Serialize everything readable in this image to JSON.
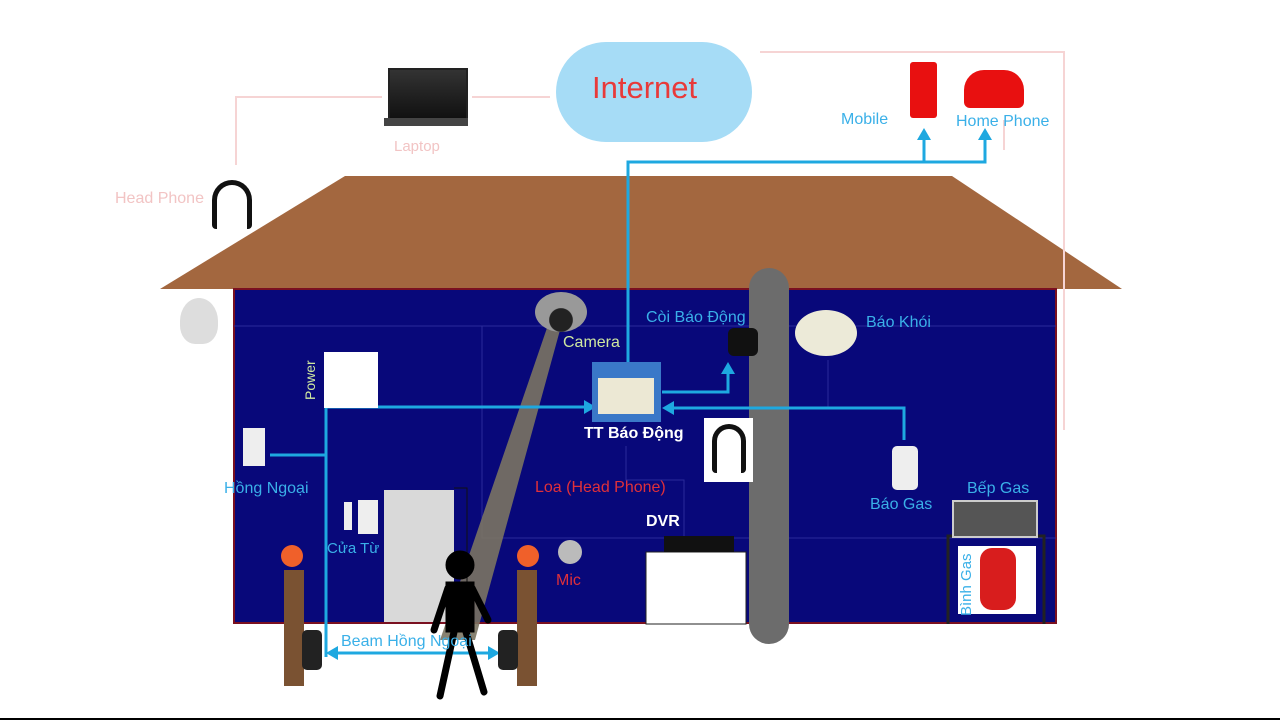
{
  "colors": {
    "house": "#08087a",
    "roof": "#a3673f",
    "wire": "#1ea8e0",
    "label": "#3ab0e8",
    "faded_wire": "#f6d4d4",
    "alert_text": "#e0303a"
  },
  "top": {
    "internet": "Internet",
    "laptop": "Laptop",
    "head_phone": "Head Phone",
    "mobile": "Mobile",
    "home_phone": "Home Phone"
  },
  "devices": {
    "camera": "Camera",
    "siren": "Còi Báo Động",
    "smoke": "Báo Khói",
    "panel": "TT Báo Động",
    "power": "Power",
    "infrared": "Hồng Ngoại",
    "door_sensor": "Cửa Từ",
    "speaker": "Loa (Head Phone)",
    "dvr": "DVR",
    "mic": "Mic",
    "gas_alarm": "Báo Gas",
    "gas_stove": "Bếp Gas",
    "gas_tank": "Bình Gas",
    "beam": "Beam Hồng Ngoại"
  }
}
